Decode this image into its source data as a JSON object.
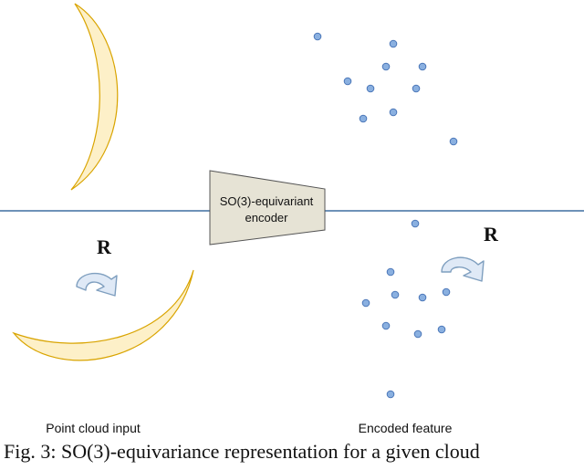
{
  "labels": {
    "encoder_line1": "SO(3)-equivariant",
    "encoder_line2": "encoder",
    "rotation_left": "R",
    "rotation_right": "R",
    "input_label": "Point cloud input",
    "output_label": "Encoded feature"
  },
  "caption": "Fig. 3: SO(3)-equivariance representation for a given cloud",
  "colors": {
    "crescent_fill": "#fdf0c8",
    "crescent_stroke": "#d9a400",
    "axis_line": "#3f6fa0",
    "encoder_fill": "#e6e3d5",
    "encoder_stroke": "#555555",
    "point_fill": "#8ab0e0",
    "point_stroke": "#4a76b8",
    "arrow_fill": "#dfe9f6",
    "arrow_stroke": "#7f9fbf"
  },
  "icons": {
    "rotation_arrow": "curved-rotation-arrow-icon"
  }
}
